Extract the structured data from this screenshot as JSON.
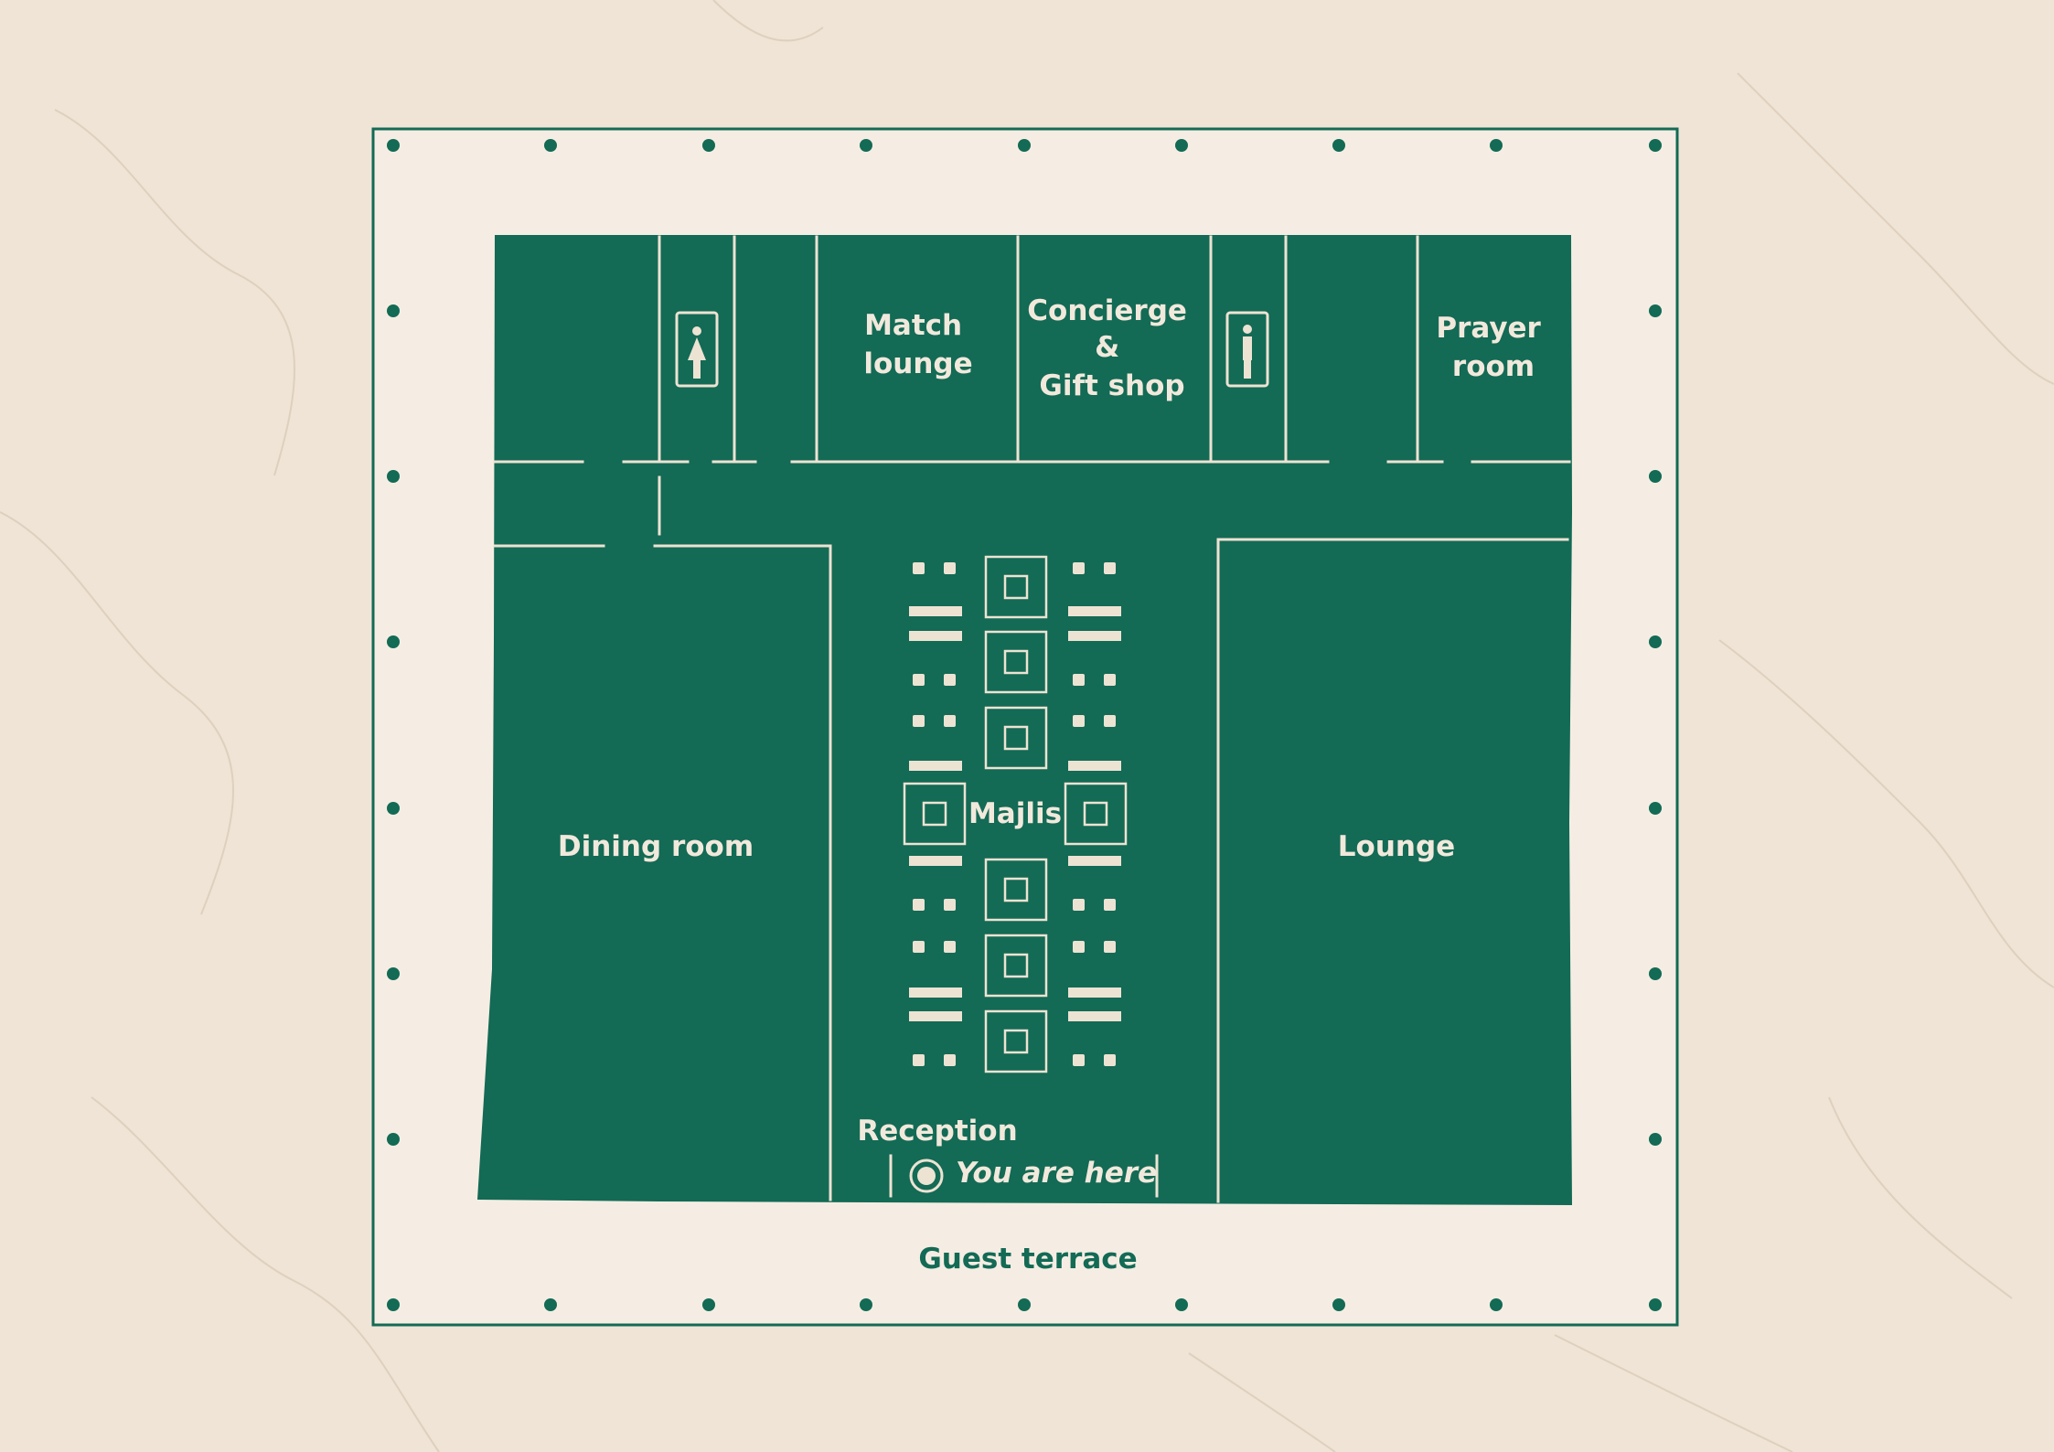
{
  "floor_plan": {
    "rooms": {
      "match_lounge": [
        "Match",
        "lounge"
      ],
      "concierge": [
        "Concierge",
        "&",
        "Gift shop"
      ],
      "prayer_room": [
        "Prayer",
        "room"
      ],
      "dining_room": "Dining room",
      "majlis": "Majlis",
      "lounge": "Lounge",
      "reception": "Reception"
    },
    "you_are_here": "You are here",
    "guest_terrace": "Guest terrace",
    "icons": [
      "restroom-female-icon",
      "restroom-male-icon",
      "you-are-here-marker-icon"
    ]
  },
  "colors": {
    "background_marble": "#efe4d6",
    "frame_fill": "#f5ede3",
    "floor_green": "#136a55",
    "line_cream": "#ede3d3",
    "frame_line": "#136a55"
  }
}
